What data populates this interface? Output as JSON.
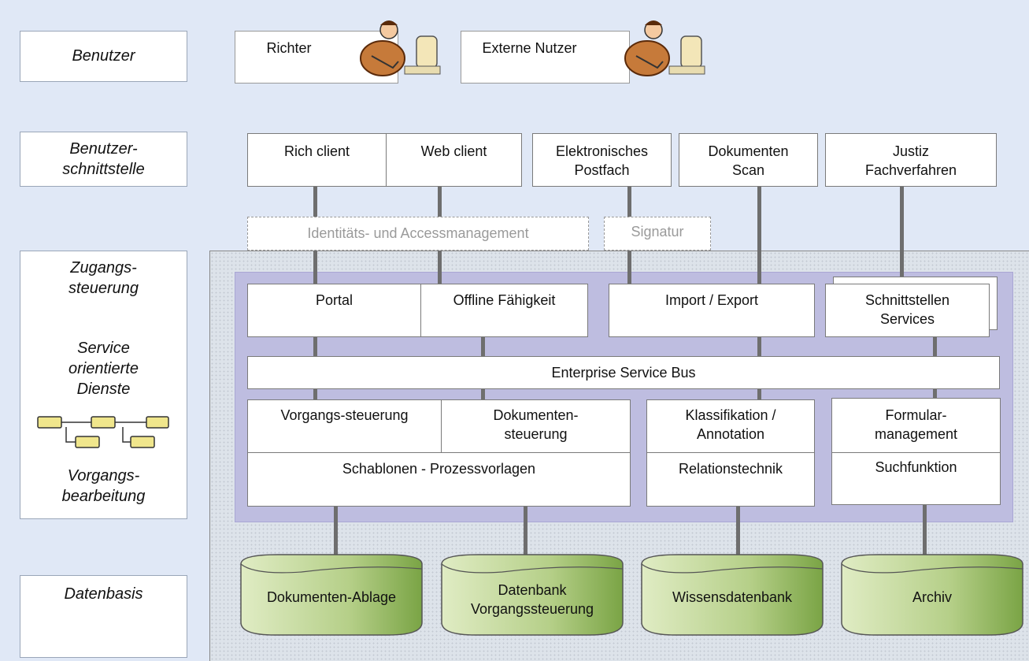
{
  "layers": {
    "benutzer": "Benutzer",
    "schnittstelle": "Benutzer-\nschnittstelle",
    "zugang": "Zugangs-\nsteuerung",
    "service": "Service\norientierte\nDienste",
    "vorgang": "Vorgangs-\nbearbeitung",
    "datenbasis": "Datenbasis"
  },
  "users": {
    "richter": "Richter",
    "extern": "Externe Nutzer"
  },
  "ui": {
    "rich_client": "Rich client",
    "web_client": "Web client",
    "postfach": "Elektronisches\nPostfach",
    "scan": "Dokumenten\nScan",
    "justiz": "Justiz\nFachverfahren"
  },
  "access": {
    "idm": "Identitäts- und Accessmanagement",
    "signatur": "Signatur"
  },
  "services": {
    "portal": "Portal",
    "offline": "Offline Fähigkeit",
    "import_export": "Import / Export",
    "schnittstellen": "Schnittstellen\nServices",
    "esb": "Enterprise Service Bus",
    "vorgangs_steuerung": "Vorgangs-steuerung",
    "dokumenten_steuerung": "Dokumenten-\nsteuerung",
    "schablonen": "Schablonen - Prozessvorlagen",
    "klassifikation": "Klassifikation /\nAnnotation",
    "relationstechnik": "Relationstechnik",
    "formular": "Formular-\nmanagement",
    "suchfunktion": "Suchfunktion"
  },
  "databases": {
    "ablage": "Dokumenten-Ablage",
    "vorgang_db": "Datenbank\nVorgangssteuerung",
    "wissen": "Wissensdatenbank",
    "archiv": "Archiv"
  }
}
